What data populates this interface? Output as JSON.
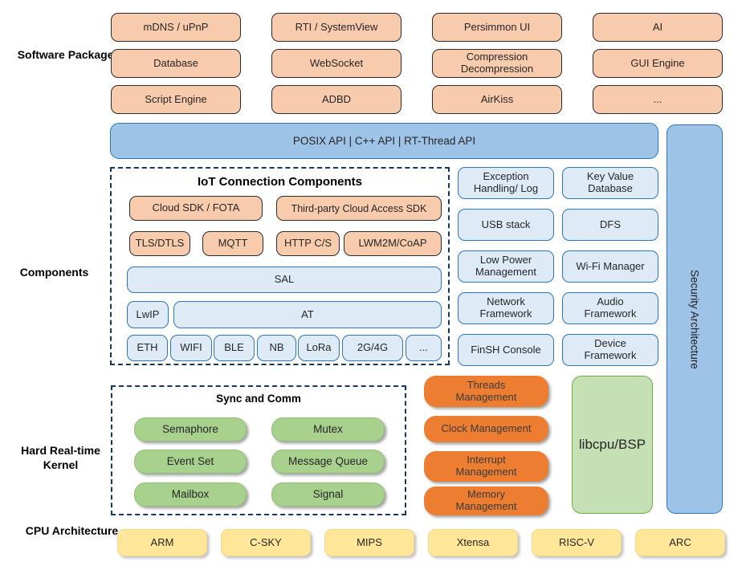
{
  "palette": {
    "package_fill": "#F8CBAD",
    "api_fill": "#9DC3E6",
    "component_fill": "#DEEBF7",
    "component_border": "#2E75B6",
    "sync_fill": "#A9D18E",
    "mgmt_fill": "#ED7D31",
    "libcpu_fill": "#C5E0B4",
    "cpu_fill": "#FFE699",
    "dashed_border": "#17375E"
  },
  "side_labels": {
    "software_packages": "Software Packages",
    "components": "Components",
    "kernel": "Hard Real-time Kernel",
    "cpu": "CPU Architecture"
  },
  "packages": {
    "items": [
      {
        "label": "mDNS / uPnP"
      },
      {
        "label": "RTI / SystemView"
      },
      {
        "label": "Persimmon UI"
      },
      {
        "label": "AI"
      },
      {
        "label": "Database"
      },
      {
        "label": "WebSocket"
      },
      {
        "label": "Compression Decompression"
      },
      {
        "label": "GUI Engine"
      },
      {
        "label": "Script Engine"
      },
      {
        "label": "ADBD"
      },
      {
        "label": "AirKiss"
      },
      {
        "label": "..."
      }
    ]
  },
  "api_bar": {
    "label": "POSIX API | C++ API | RT-Thread API"
  },
  "iot": {
    "title": "IoT Connection Components",
    "cloud_sdk": "Cloud SDK / FOTA",
    "third_party": "Third-party Cloud Access SDK",
    "tls": "TLS/DTLS",
    "mqtt": "MQTT",
    "http": "HTTP C/S",
    "lwm2m": "LWM2M/CoAP",
    "sal": "SAL",
    "lwip": "LwIP",
    "at": "AT",
    "chips": [
      {
        "label": "ETH"
      },
      {
        "label": "WIFI"
      },
      {
        "label": "BLE"
      },
      {
        "label": "NB"
      },
      {
        "label": "LoRa"
      },
      {
        "label": "2G/4G"
      },
      {
        "label": "..."
      }
    ]
  },
  "component_grid": {
    "items": [
      {
        "label": "Exception Handling/ Log"
      },
      {
        "label": "Key Value Database"
      },
      {
        "label": "USB stack"
      },
      {
        "label": "DFS"
      },
      {
        "label": "Low Power Management"
      },
      {
        "label": "Wi-Fi Manager"
      },
      {
        "label": "Network Framework"
      },
      {
        "label": "Audio Framework"
      },
      {
        "label": "FinSH Console"
      },
      {
        "label": "Device Framework"
      }
    ]
  },
  "security": {
    "label": "Security Architecture"
  },
  "kernel": {
    "title": "Sync and Comm",
    "sync_items": [
      {
        "label": "Semaphore"
      },
      {
        "label": "Mutex"
      },
      {
        "label": "Event Set"
      },
      {
        "label": "Message Queue"
      },
      {
        "label": "Mailbox"
      },
      {
        "label": "Signal"
      }
    ],
    "mgmt_items": [
      {
        "label": "Threads Management"
      },
      {
        "label": "Clock Management"
      },
      {
        "label": "Interrupt Management"
      },
      {
        "label": "Memory Management"
      }
    ],
    "libcpu": "libcpu/BSP"
  },
  "cpu": {
    "items": [
      {
        "label": "ARM"
      },
      {
        "label": "C-SKY"
      },
      {
        "label": "MIPS"
      },
      {
        "label": "Xtensa"
      },
      {
        "label": "RISC-V"
      },
      {
        "label": "ARC"
      }
    ]
  }
}
